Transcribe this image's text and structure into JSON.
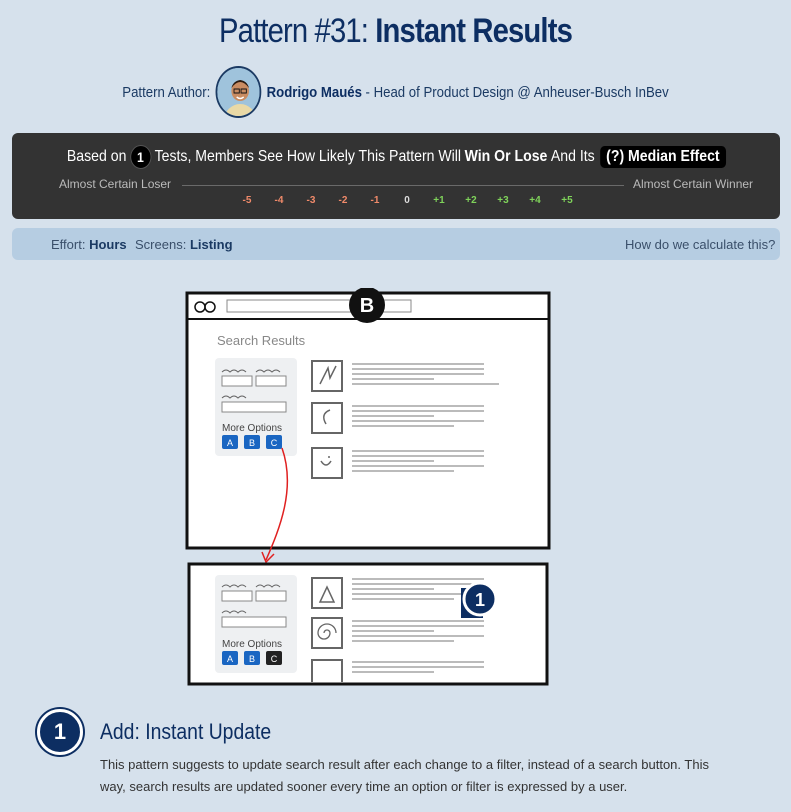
{
  "header": {
    "pattern_prefix": "Pattern #31: ",
    "pattern_name": "Instant Results"
  },
  "author": {
    "label": "Pattern Author:",
    "name": "Rodrigo Maués",
    "role": "- Head of Product Design @ Anheuser-Busch InBev"
  },
  "effect": {
    "based_on": "Based on",
    "tests_count": "1",
    "text_mid": "Tests, Members See How Likely This Pattern Will",
    "win_lose": "Win Or Lose",
    "text_end": "And Its",
    "median_label": "(?) Median Effect",
    "left_label": "Almost Certain Loser",
    "right_label": "Almost Certain Winner",
    "scale": [
      "-5",
      "-4",
      "-3",
      "-2",
      "-1",
      "0",
      "+1",
      "+2",
      "+3",
      "+4",
      "+5"
    ],
    "colors": {
      "negative": "#f08a6a",
      "zero": "#dddddd",
      "positive": "#7fd35a"
    }
  },
  "meta": {
    "effort_label": "Effort:",
    "effort_value": "Hours",
    "screens_label": "Screens:",
    "screens_value": "Listing",
    "calc_link": "How do we calculate this?"
  },
  "illustration": {
    "variant_badge": "B",
    "search_results_label": "Search Results",
    "more_options_label": "More Options",
    "options": [
      "A",
      "B",
      "C"
    ],
    "callout_number": "1"
  },
  "step": {
    "number": "1",
    "title": "Add: Instant Update",
    "description": "This pattern suggests to update search result after each change to a filter, instead of a search button. This way, search results are updated sooner every time an option or filter is expressed by a user."
  }
}
